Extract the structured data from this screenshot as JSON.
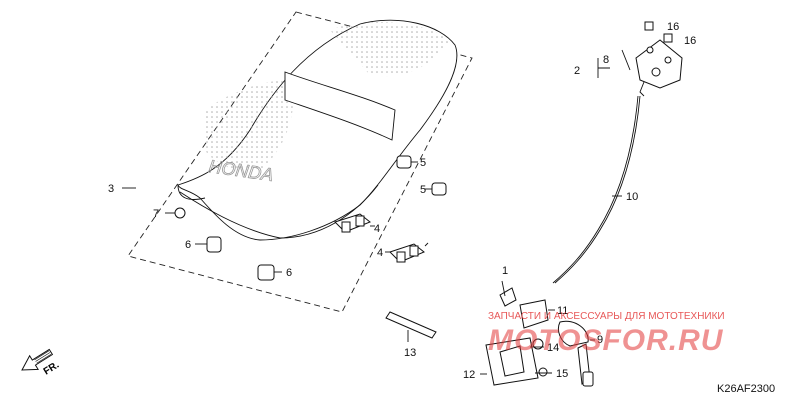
{
  "diagram": {
    "code": "K26AF2300",
    "direction_label": "FR."
  },
  "callouts": [
    "1",
    "2",
    "3",
    "4",
    "4",
    "5",
    "5",
    "6",
    "6",
    "7",
    "8",
    "9",
    "10",
    "11",
    "12",
    "13",
    "14",
    "15",
    "16",
    "16"
  ],
  "watermark": {
    "top_text": "ЗАПЧАСТИ И АКСЕССУАРЫ ДЛЯ МОТОТЕХНИКИ",
    "brand": "MOTOSFOR.RU",
    "color": "#e33a3a"
  },
  "seat_logo": {
    "text": "HONDA"
  }
}
